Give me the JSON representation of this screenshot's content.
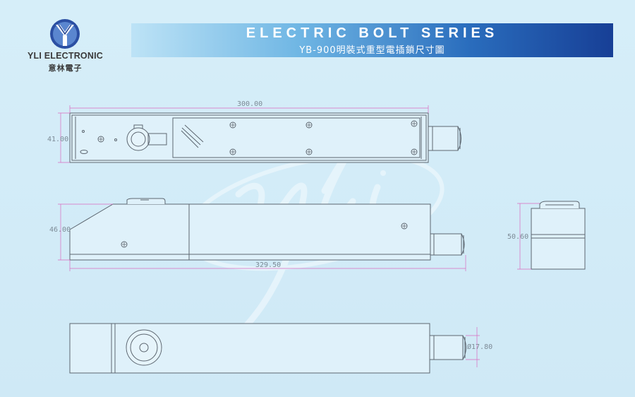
{
  "brand": {
    "name": "YLI ELECTRONIC",
    "subname": "意林電子",
    "logo_colors": {
      "dark": "#1f3f8f",
      "light": "#8fb6e6",
      "inner": "#ffffff"
    }
  },
  "banner": {
    "title": "ELECTRIC BOLT SERIES",
    "subtitle": "YB-900明裝式重型電插鎖尺寸圖",
    "gradient": [
      "#bde3f6",
      "#6fb6e4",
      "#2a6dbd",
      "#173f96"
    ]
  },
  "watermark": {
    "text": "yli"
  },
  "dimensions": {
    "top_length": "300.00",
    "top_height": "41.00",
    "side_height": "46.00",
    "side_length": "329.50",
    "end_height": "50.60",
    "bolt_diameter": "Ø17.80"
  },
  "colors": {
    "background": "#d3ecf8",
    "line": "#5c6670",
    "dimension": "#7d8b96",
    "dimension_line": "#d86bc0"
  }
}
